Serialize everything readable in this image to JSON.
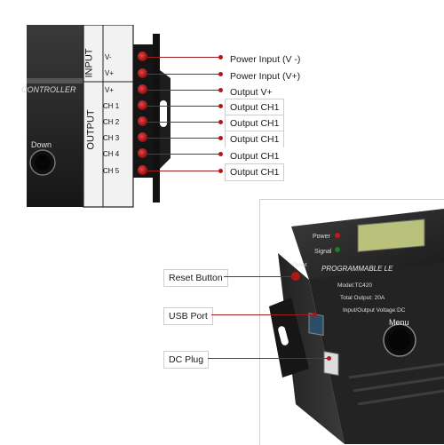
{
  "top_panel": {
    "group_input": "INPUT",
    "group_output": "OUTPUT",
    "device_text": "CONTROLLER",
    "down_button": "Down",
    "terminals": [
      "V-",
      "V+",
      "V+",
      "CH 1",
      "CH 2",
      "CH 3",
      "CH 4",
      "CH 5"
    ],
    "callouts": [
      "Power Input (V -)",
      "Power Input (V+)",
      "Output V+",
      "Output CH1",
      "Output CH1",
      "Output CH1",
      "Output CH1",
      "Output CH1"
    ]
  },
  "bottom_panel": {
    "power_led": "Power",
    "signal_led": "Signal",
    "reset_small": "Reset",
    "title": "PROGRAMMABLE LE",
    "model": "Model:TC420",
    "total_output": "Total Output: 20A",
    "io_voltage": "Input/Output Voltage:DC",
    "menu": "Menu",
    "callouts": [
      "Reset Button",
      "USB Port",
      "DC Plug"
    ]
  },
  "colors": {
    "accent": "#b01818",
    "device_body": "#2a2a2a"
  }
}
